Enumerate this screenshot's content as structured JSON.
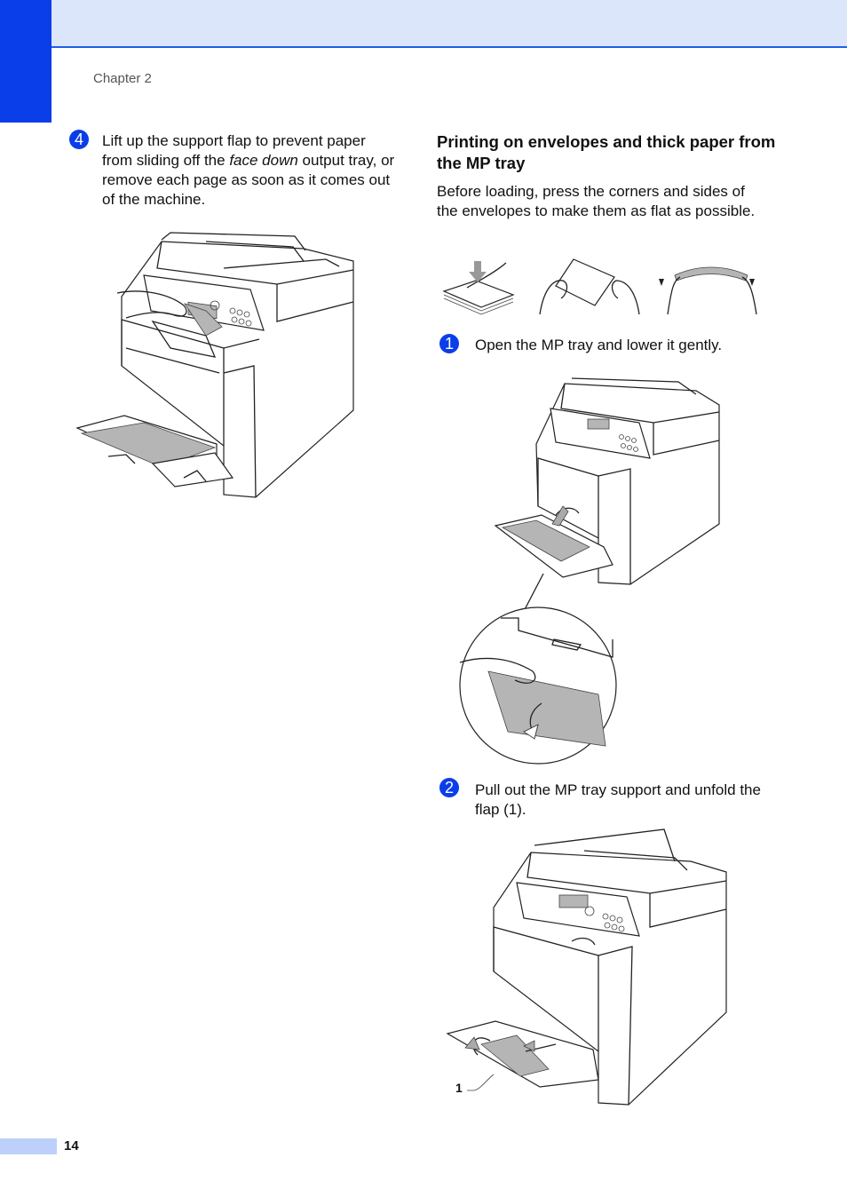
{
  "header": {
    "chapter": "Chapter 2"
  },
  "footer": {
    "page_number": "14"
  },
  "left": {
    "step": "4",
    "text_before": "Lift up the support flap to prevent paper from sliding off the ",
    "text_italic": "face down",
    "text_after": " output tray, or remove each page as soon as it comes out of the machine."
  },
  "right": {
    "heading": "Printing on envelopes and thick paper from the MP tray",
    "intro": "Before loading, press the corners and sides of the envelopes to make them as flat as possible.",
    "steps": [
      {
        "num": "1",
        "text": "Open the MP tray and lower it gently."
      },
      {
        "num": "2",
        "text": "Pull out the MP tray support and unfold the flap (1)."
      }
    ],
    "callout": "1"
  }
}
